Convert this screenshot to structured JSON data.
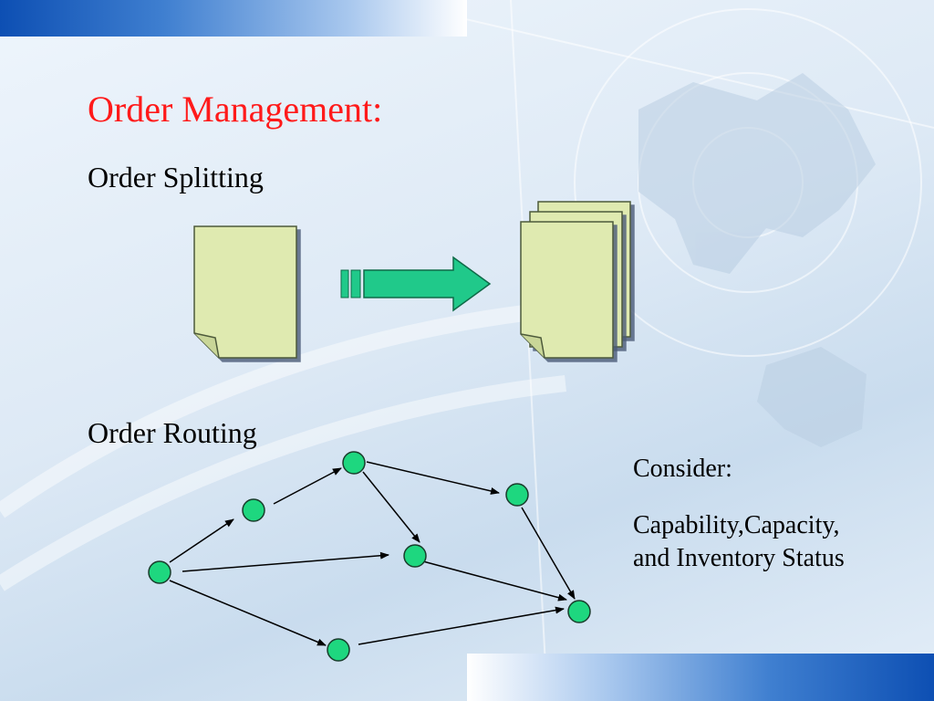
{
  "slide": {
    "title": "Order Management:",
    "sections": {
      "splitting": "Order Splitting",
      "routing": "Order Routing"
    },
    "note": {
      "heading": "Consider:",
      "body_line1": "Capability,Capacity,",
      "body_line2": "and Inventory Status"
    }
  },
  "colors": {
    "title": "#ff1a1a",
    "document_fill": "#dfeab0",
    "arrow_fill": "#20c98a",
    "node_fill": "#1ed77f",
    "band_blue": "#0d4fb3"
  },
  "icons": {
    "single_order": "document-icon",
    "split_orders": "stacked-documents-icon",
    "split_arrow": "right-arrow-icon"
  }
}
